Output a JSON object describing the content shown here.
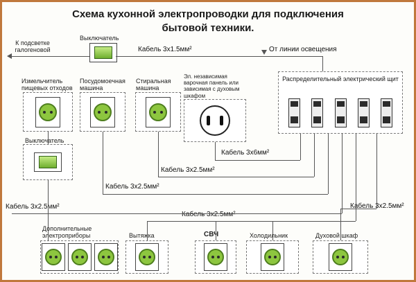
{
  "title": "Схема кухонной электропроводки для подключения бытовой техники.",
  "colors": {
    "border_orange": "#c0783c",
    "socket_green": "#8dc63f",
    "socket_green_border": "#4e7e1e",
    "wire_gray": "#555555"
  },
  "top": {
    "halogen": "К подсветке галогеновой",
    "switch": "Выключатель",
    "cable15": "Кабель 3х1.5мм²",
    "from_lighting": "От линии освещения"
  },
  "panel": {
    "label": "Распределительный электрический щит",
    "breaker_count": 5
  },
  "row1": [
    {
      "label": "Измельчитель пищевых отходов",
      "sockets": 1
    },
    {
      "label": "Посудомоечная машина",
      "sockets": 1
    },
    {
      "label": "Стиральная машина",
      "sockets": 1
    },
    {
      "label": "Эл. независимая варочная панель или зависимая с духовым шкафом",
      "sockets": 1
    }
  ],
  "switch2": "Выключатель",
  "cables": {
    "c6": "Кабель 3х6мм²",
    "c25": "Кабель 3х2.5мм²"
  },
  "row2": [
    {
      "label": "Дополнительные электроприборы",
      "sockets": 3
    },
    {
      "label": "Вытяжка",
      "sockets": 1
    },
    {
      "label": "СВЧ",
      "sockets": 1
    },
    {
      "label": "Холодильник",
      "sockets": 1
    },
    {
      "label": "Духовой шкаф",
      "sockets": 1
    }
  ]
}
